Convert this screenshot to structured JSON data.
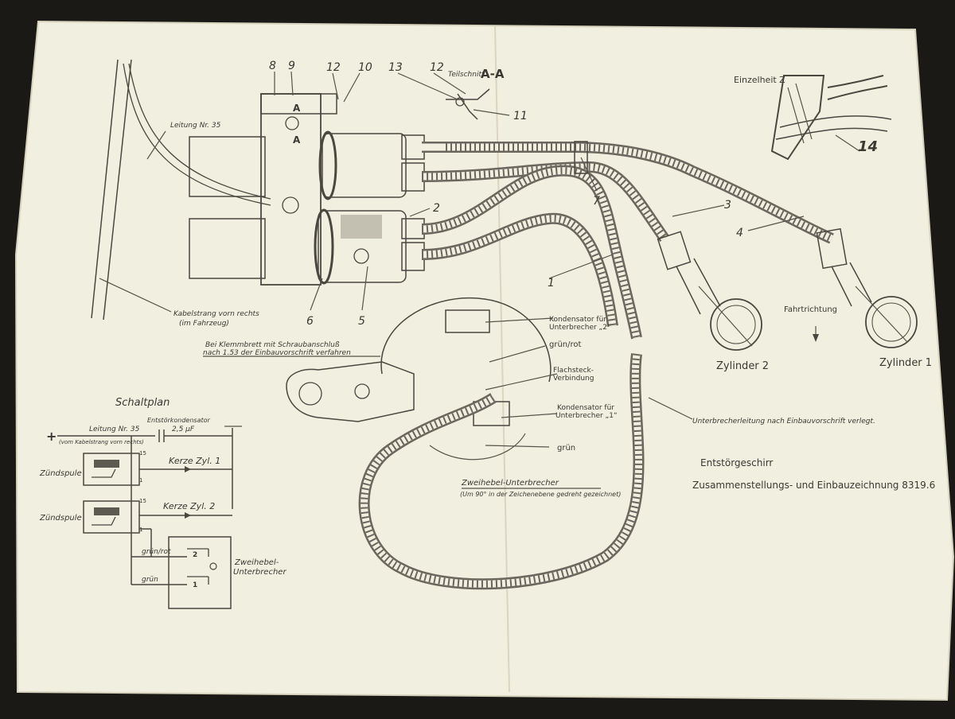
{
  "colors": {
    "paper": "#f1efdf",
    "ink": "#4a4740",
    "background": "#1b1916"
  },
  "part_numbers": {
    "n8": "8",
    "n9": "9",
    "n12a": "12",
    "n10": "10",
    "n13": "13",
    "n12b": "12",
    "n11": "11",
    "n14": "14",
    "n2": "2",
    "n7": "7",
    "n3": "3",
    "n4": "4",
    "n1": "1",
    "n6": "6",
    "n5": "5"
  },
  "section": {
    "teilschnitt": "Teilschnitt",
    "aa": "A-A",
    "a_top": "A",
    "a_bottom": "A"
  },
  "labels": {
    "einzelheit": "Einzelheit Z",
    "leitung_top": "Leitung Nr. 35",
    "kabelstrang": "Kabelstrang vorn rechts",
    "im_fahrzeug": "(im Fahrzeug)",
    "fahrtrichtung": "Fahrtrichtung",
    "zylinder2": "Zylinder 2",
    "zylinder1": "Zylinder 1",
    "klemmbrett_1": "Bei Klemmbrett mit Schraubanschluß",
    "klemmbrett_2": "nach 1.53 der Einbauvorschrift verfahren",
    "kond2_1": "Kondensator für",
    "kond2_2": "Unterbrecher „2“",
    "gruenrot": "grün/rot",
    "flachsteck_1": "Flachsteck-",
    "flachsteck_2": "Verbindung",
    "kond1_1": "Kondensator für",
    "kond1_2": "Unterbrecher „1“",
    "gruen": "grün",
    "unterbrecherleitung": "Unterbrecherleitung nach Einbauvorschrift verlegt.",
    "zweihebel": "Zweihebel-Unterbrecher",
    "zweihebel_note": "(Um 90° in der Zeichenebene gedreht gezeichnet)",
    "entstoer": "Entstörgeschirr",
    "zusammen": "Zusammenstellungs- und Einbauzeichnung 8319.6"
  },
  "schaltplan": {
    "title": "Schaltplan",
    "leitung": "Leitung Nr. 35",
    "vom_kabelstrang": "(vom Kabelstrang vorn rechts)",
    "plus": "+",
    "entstoerkond": "Entstörkondensator",
    "kap": "2,5 µF",
    "zuendspule1": "Zündspule",
    "zuendspule2": "Zündspule",
    "kerze1": "Kerze Zyl. 1",
    "kerze2": "Kerze Zyl. 2",
    "t15a": "15",
    "t1a": "1",
    "t15b": "15",
    "t1b": "1",
    "gruenrot": "grün/rot",
    "gruen": "grün",
    "z2": "2",
    "z1": "1",
    "zweihebel_1": "Zweihebel-",
    "zweihebel_2": "Unterbrecher"
  }
}
